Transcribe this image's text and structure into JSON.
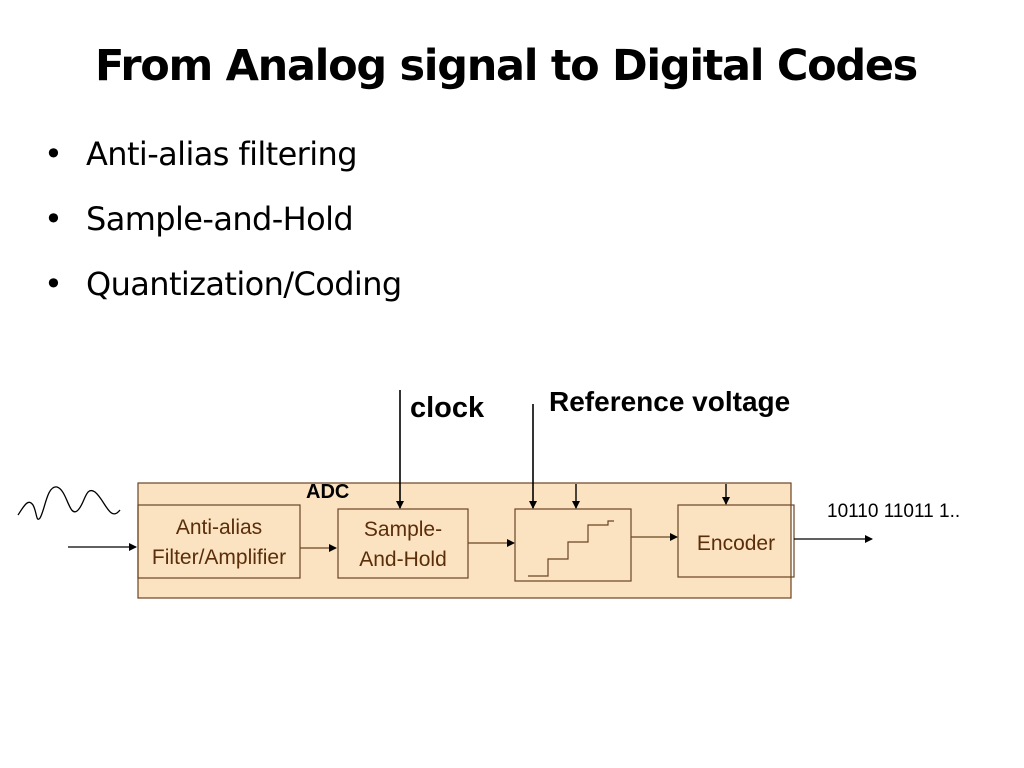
{
  "slide": {
    "title": "From Analog signal to Digital Codes",
    "bullet_glyph": "•",
    "bullets": [
      "Anti-alias filtering",
      "Sample-and-Hold",
      "Quantization/Coding"
    ]
  },
  "diagram": {
    "adc_label": "ADC",
    "clock_label": "clock",
    "reference_label": "Reference voltage",
    "blocks": {
      "filter": [
        "Anti-alias",
        "Filter/Amplifier"
      ],
      "sample_hold": [
        "Sample-",
        "And-Hold"
      ],
      "encoder": "Encoder"
    },
    "output_code": "10110 11011 1..",
    "colors": {
      "adc_fill": "#fbe3c2",
      "adc_stroke": "#6b4423",
      "block_text": "#5a2e0a"
    }
  }
}
